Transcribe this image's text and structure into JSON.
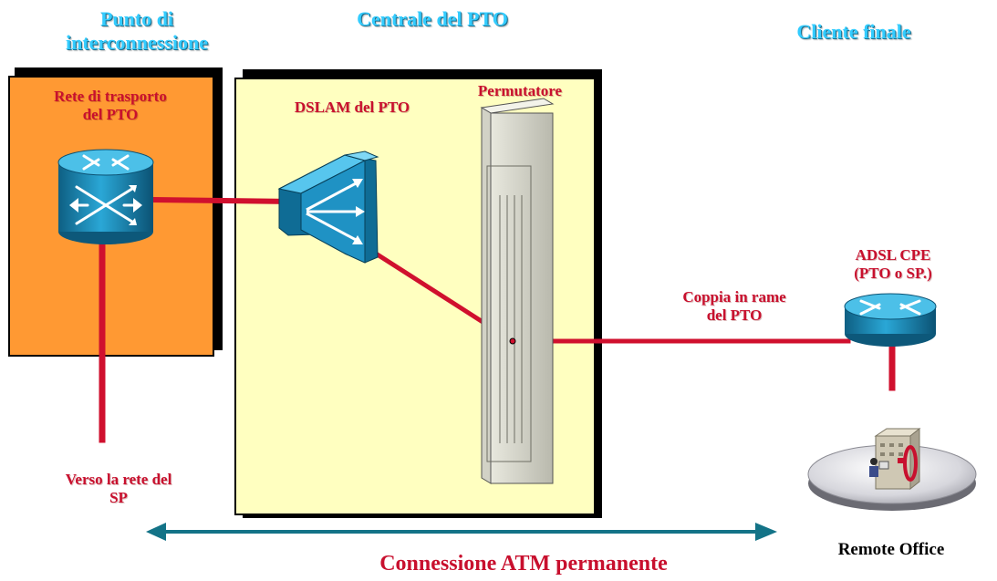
{
  "headers": {
    "interconnect": [
      "Punto di",
      "interconnessione"
    ],
    "central": "Centrale del PTO",
    "client": "Cliente finale"
  },
  "labels": {
    "transport": [
      "Rete di trasporto",
      "del PTO"
    ],
    "dslam": "DSLAM del PTO",
    "permutatore": "Permutatore",
    "cpe": [
      "ADSL CPE",
      "(PTO o SP.)"
    ],
    "copper": [
      "Coppia in rame",
      "del PTO"
    ],
    "sp": [
      "Verso la rete del",
      "SP"
    ],
    "remote_office": "Remote Office",
    "atm": "Connessione ATM permanente"
  },
  "colors": {
    "header": "#33ccff",
    "label_red": "#c8102e",
    "orange_box": "#ff9933",
    "yellow_box": "#ffffc0",
    "link_line": "#d0102e",
    "atm_arrow": "#137387",
    "device_blue": "#1b87b0"
  },
  "icons": [
    "atm-switch-icon",
    "dslam-icon",
    "patch-panel-icon",
    "adsl-router-icon",
    "remote-office-icon"
  ]
}
